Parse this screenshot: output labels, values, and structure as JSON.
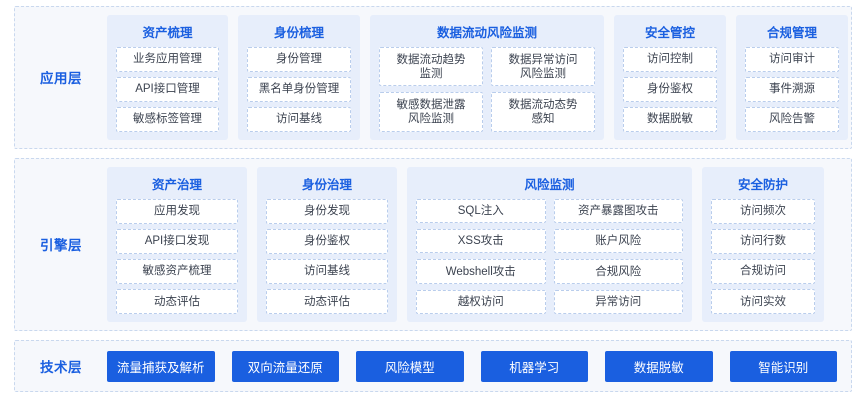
{
  "layers": [
    {
      "id": "application",
      "label": "应用层",
      "groups": [
        {
          "title": "资产梳理",
          "layout": "list",
          "items": [
            "业务应用管理",
            "API接口管理",
            "敏感标签管理"
          ]
        },
        {
          "title": "身份梳理",
          "layout": "list",
          "items": [
            "身份管理",
            "黑名单身份管理",
            "访问基线"
          ]
        },
        {
          "title": "数据流动风险监测",
          "layout": "grid2",
          "items": [
            "数据流动趋势\n监测",
            "数据异常访问\n风险监测",
            "敏感数据泄露\n风险监测",
            "数据流动态势\n感知"
          ]
        },
        {
          "title": "安全管控",
          "layout": "list",
          "items": [
            "访问控制",
            "身份鉴权",
            "数据脱敏"
          ]
        },
        {
          "title": "合规管理",
          "layout": "list",
          "items": [
            "访问审计",
            "事件溯源",
            "风险告警"
          ]
        }
      ]
    },
    {
      "id": "engine",
      "label": "引擎层",
      "groups": [
        {
          "title": "资产治理",
          "layout": "list",
          "items": [
            "应用发现",
            "API接口发现",
            "敏感资产梳理",
            "动态评估"
          ]
        },
        {
          "title": "身份治理",
          "layout": "list",
          "items": [
            "身份发现",
            "身份鉴权",
            "访问基线",
            "动态评估"
          ]
        },
        {
          "title": "风险监测",
          "layout": "grid2",
          "items": [
            "SQL注入",
            "资产暴露图攻击",
            "XSS攻击",
            "账户风险",
            "Webshell攻击",
            "合规风险",
            "越权访问",
            "异常访问"
          ]
        },
        {
          "title": "安全防护",
          "layout": "list",
          "items": [
            "访问频次",
            "访问行数",
            "合规访问",
            "访问实效"
          ]
        }
      ]
    },
    {
      "id": "technology",
      "label": "技术层",
      "chips": [
        "流量捕获及解析",
        "双向流量还原",
        "风险模型",
        "机器学习",
        "数据脱敏",
        "智能识别"
      ]
    }
  ],
  "colors": {
    "accent": "#1a5fe0",
    "panel_bg": "#e7eefb",
    "layer_bg": "#f6f8fc",
    "layer_border": "#c9d8ee",
    "card_border": "#b9cdec",
    "card_text": "#3c4350",
    "chip_text": "#ffffff"
  }
}
